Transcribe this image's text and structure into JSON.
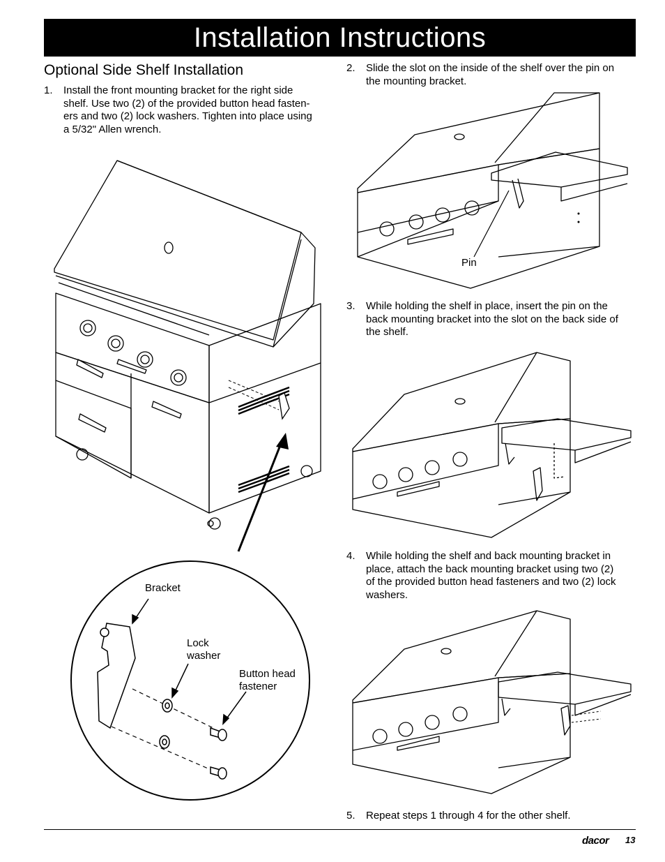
{
  "header": {
    "title": "Installation Instructions"
  },
  "section": {
    "title": "Optional Side Shelf Installation"
  },
  "steps": [
    {
      "num": "1.",
      "text": [
        "Install the front mounting bracket for the right side",
        "shelf. Use two (2) of the provided button head fasten-",
        "ers and two (2) lock washers. Tighten into place using",
        "a 5/32\" Allen wrench."
      ]
    },
    {
      "num": "2.",
      "text": [
        "Slide the slot on the inside of the shelf over the pin on",
        "the mounting bracket."
      ]
    },
    {
      "num": "3.",
      "text": [
        "While holding the shelf in place, insert the pin on the",
        "back mounting bracket into the slot on the back side of",
        "the shelf."
      ]
    },
    {
      "num": "4.",
      "text": [
        "While holding the shelf and back mounting bracket in",
        "place, attach the back mounting bracket using two (2)",
        "of the provided button head fasteners and two (2) lock",
        "washers."
      ]
    },
    {
      "num": "5.",
      "text": [
        "Repeat steps 1 through 4 for the other shelf."
      ]
    }
  ],
  "labels": {
    "bracket": "Bracket",
    "lock_washer": [
      "Lock",
      "washer"
    ],
    "button_head": [
      "Button head",
      "fastener"
    ],
    "pin": "Pin"
  },
  "footer": {
    "brand": "dacor",
    "page": "13"
  }
}
